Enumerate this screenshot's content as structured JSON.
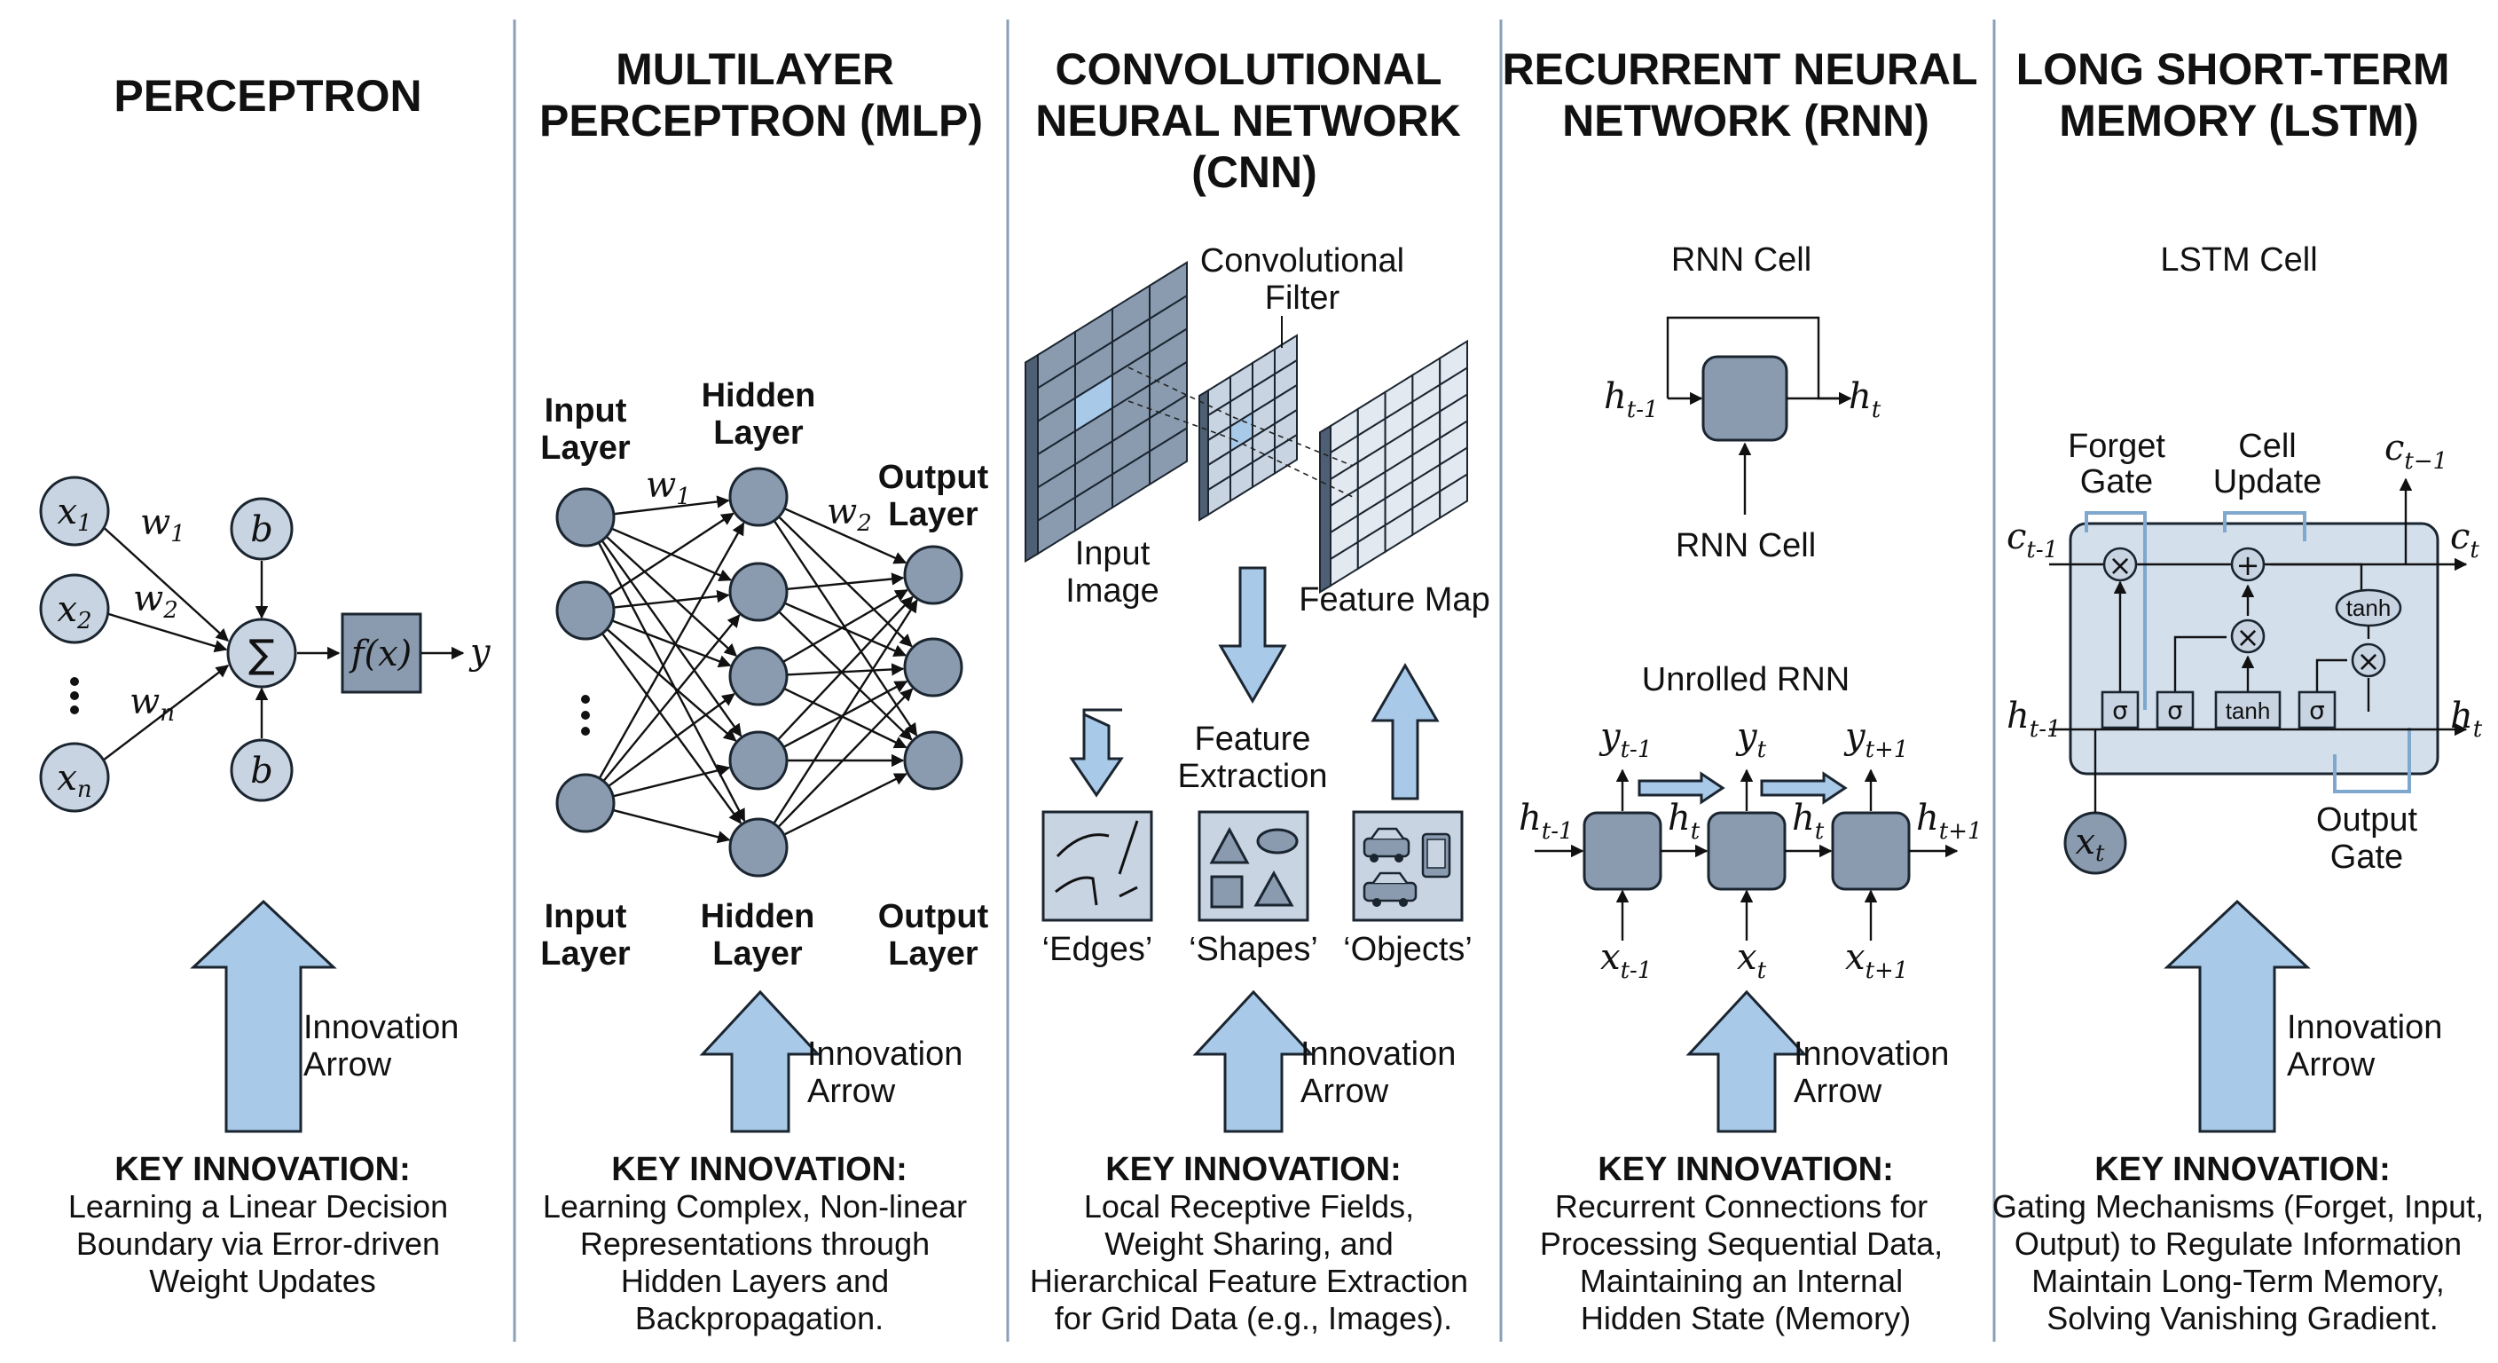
{
  "columns": [
    {
      "title_lines": [
        "PERCEPTRON"
      ],
      "labels": {
        "x1": "x",
        "x1s": "1",
        "x2": "x",
        "x2s": "2",
        "xn": "x",
        "xns": "n",
        "w1": "w",
        "w1s": "1",
        "w2": "w",
        "w2s": "2",
        "wn": "w",
        "wns": "n",
        "b": "b",
        "sum": "∑",
        "f": "f(x)",
        "y": "y"
      },
      "arrow_label_lines": [
        "Innovation",
        "Arrow"
      ],
      "key_title": "KEY INNOVATION:",
      "key_lines": [
        "Learning a Linear Decision",
        "Boundary via Error-driven",
        "Weight Updates"
      ]
    },
    {
      "title_lines": [
        "MULTILAYER",
        "PERCEPTRON (MLP)"
      ],
      "labels": {
        "input_top": [
          "Input",
          "Layer"
        ],
        "hidden_top": [
          "Hidden",
          "Layer"
        ],
        "output_top": [
          "Output",
          "Layer"
        ],
        "input_bot": [
          "Input",
          "Layer"
        ],
        "hidden_bot": [
          "Hidden",
          "Layer"
        ],
        "output_bot": [
          "Output",
          "Layer"
        ],
        "w1": "w",
        "w1s": "1",
        "w2": "w",
        "w2s": "2"
      },
      "arrow_label_lines": [
        "Innovation",
        "Arrow"
      ],
      "key_title": "KEY INNOVATION:",
      "key_lines": [
        "Learning Complex, Non-linear",
        "Representations through",
        "Hidden Layers and",
        "Backpropagation."
      ]
    },
    {
      "title_lines": [
        "CONVOLUTIONAL",
        "NEURAL NETWORK",
        "(CNN)"
      ],
      "labels": {
        "filter": [
          "Convolutional",
          "Filter"
        ],
        "input": [
          "Input",
          "Image"
        ],
        "fmap": "Feature Map",
        "extract": [
          "Feature",
          "Extraction"
        ],
        "edges": "‘Edges’",
        "shapes": "‘Shapes’",
        "objects": "‘Objects’"
      },
      "arrow_label_lines": [
        "Innovation",
        "Arrow"
      ],
      "key_title": "KEY INNOVATION:",
      "key_lines": [
        "Local Receptive Fields,",
        "Weight Sharing, and",
        "Hierarchical Feature Extraction",
        "for Grid Data (e.g., Images)."
      ]
    },
    {
      "title_lines": [
        "RECURRENT NEURAL",
        "NETWORK (RNN)"
      ],
      "labels": {
        "cell_title": "RNN Cell",
        "cell_caption": "RNN Cell",
        "unrolled": "Unrolled RNN",
        "h": "h",
        "x": "x",
        "y": "y",
        "t": "t",
        "tm1": "t-1",
        "tp1": "t+1"
      },
      "arrow_label_lines": [
        "Innovation",
        "Arrow"
      ],
      "key_title": "KEY INNOVATION:",
      "key_lines": [
        "Recurrent Connections for",
        "Processing Sequential Data,",
        "Maintaining an Internal",
        "Hidden State (Memory)"
      ]
    },
    {
      "title_lines": [
        "LONG SHORT-TERM",
        "MEMORY (LSTM)"
      ],
      "labels": {
        "cell_title": "LSTM Cell",
        "forget": [
          "Forget",
          "Gate"
        ],
        "update": [
          "Cell",
          "Update"
        ],
        "output": [
          "Output",
          "Gate"
        ],
        "c": "c",
        "h": "h",
        "x": "x",
        "t": "t",
        "tm1": "t-1",
        "tm1b": "t−1",
        "sigma": "σ",
        "tanh": "tanh",
        "times": "×",
        "plus": "+"
      },
      "arrow_label_lines": [
        "Innovation",
        "Arrow"
      ],
      "key_title": "KEY INNOVATION:",
      "key_lines": [
        "Gating Mechanisms (Forget, Input,",
        "Output) to Regulate Information",
        "Maintain Long-Term Memory,",
        "Solving Vanishing Gradient."
      ]
    }
  ],
  "colors": {
    "node": "#8a9bb0",
    "node_light": "#c8d4e2",
    "arrow_fill": "#a9c9e8",
    "divider": "#8a9fb8",
    "lstm_bg": "#d3dfeb"
  }
}
